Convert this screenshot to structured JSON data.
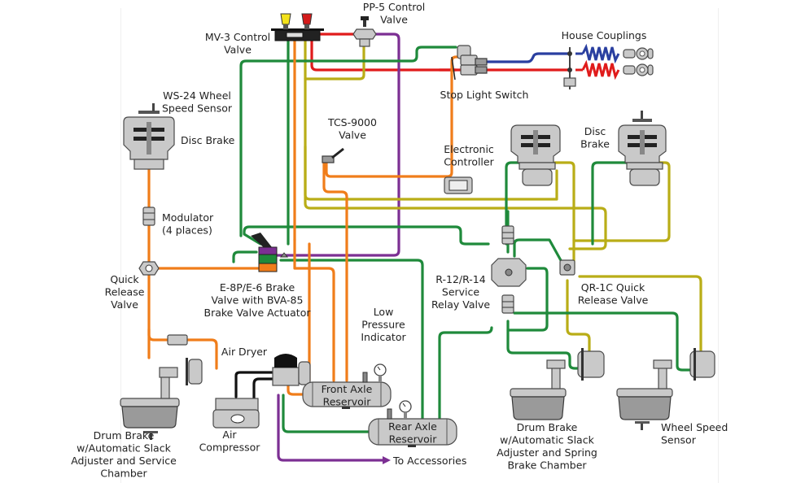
{
  "diagram": {
    "title": "Air Brake System Schematic",
    "colors": {
      "green": "#1f8a3b",
      "orange": "#f07d1a",
      "yellow": "#b9ad17",
      "purple": "#7c2f93",
      "red": "#e01b1b",
      "blue": "#2a3fa0",
      "black": "#111111",
      "component_fill": "#c9c9c9",
      "component_stroke": "#4a4a4a"
    },
    "labels": {
      "pp5": [
        "PP-5 Control",
        "Valve"
      ],
      "mv3": [
        "MV-3 Control",
        "Valve"
      ],
      "house_couplings": [
        "House Couplings"
      ],
      "stop_light": [
        "Stop Light Switch"
      ],
      "ws24": [
        "WS-24 Wheel",
        "Speed Sensor"
      ],
      "disc_brake_left": [
        "Disc Brake"
      ],
      "tcs9000": [
        "TCS-9000",
        "Valve"
      ],
      "electronic_controller": [
        "Electronic",
        "Controller"
      ],
      "disc_brake_right": [
        "Disc",
        "Brake"
      ],
      "modulator": [
        "Modulator",
        "(4 places)"
      ],
      "quick_release": [
        "Quick",
        "Release",
        "Valve"
      ],
      "e8p": [
        "E-8P/E-6 Brake",
        "Valve with BVA-85",
        "Brake Valve Actuator"
      ],
      "low_pressure": [
        "Low",
        "Pressure",
        "Indicator"
      ],
      "r12": [
        "R-12/R-14",
        "Service",
        "Relay Valve"
      ],
      "qr1c": [
        "QR-1C Quick",
        "Release Valve"
      ],
      "air_dryer": [
        "Air Dryer"
      ],
      "front_reservoir": [
        "Front Axle",
        "Reservoir"
      ],
      "rear_reservoir": [
        "Rear Axle",
        "Reservoir"
      ],
      "to_accessories": [
        "To Accessories"
      ],
      "air_compressor": [
        "Air",
        "Compressor"
      ],
      "drum_left": [
        "Drum Brake",
        "w/Automatic Slack",
        "Adjuster and Service",
        "Chamber"
      ],
      "drum_right": [
        "Drum Brake",
        "w/Automatic Slack",
        "Adjuster and Spring",
        "Brake Chamber"
      ],
      "wheel_speed_sensor": [
        "Wheel Speed",
        "Sensor"
      ]
    }
  }
}
